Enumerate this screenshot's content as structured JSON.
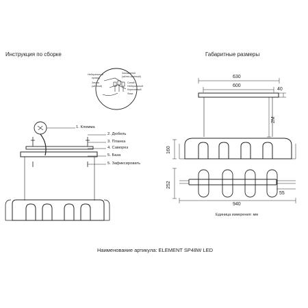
{
  "headings": {
    "left": "Инструкция по сборке",
    "right": "Габаритные размеры"
  },
  "detail_callouts": {
    "left": [
      "Нейтральный",
      "провод",
      "Земля",
      "(жёлтый)"
    ],
    "right": [
      "Заземление",
      "(жёлто-зелёный)",
      "Синий",
      "Нейтральный",
      "Коричневый",
      "Фаза"
    ]
  },
  "parts": [
    "1. Клемма",
    "2. Дюбель",
    "3. Планка",
    "4. Саморез",
    "5. База",
    "5. Зафиксировать"
  ],
  "dimensions": {
    "top_width": "630",
    "inner_width": "600",
    "plate_height": "40",
    "cable": "2M",
    "body_height": "160",
    "depth": "252",
    "total_length": "940",
    "end_offset": "55"
  },
  "units_note": "Единица измерения: мм",
  "article": "Наименование артикула: ELEMENT SP48W LED"
}
